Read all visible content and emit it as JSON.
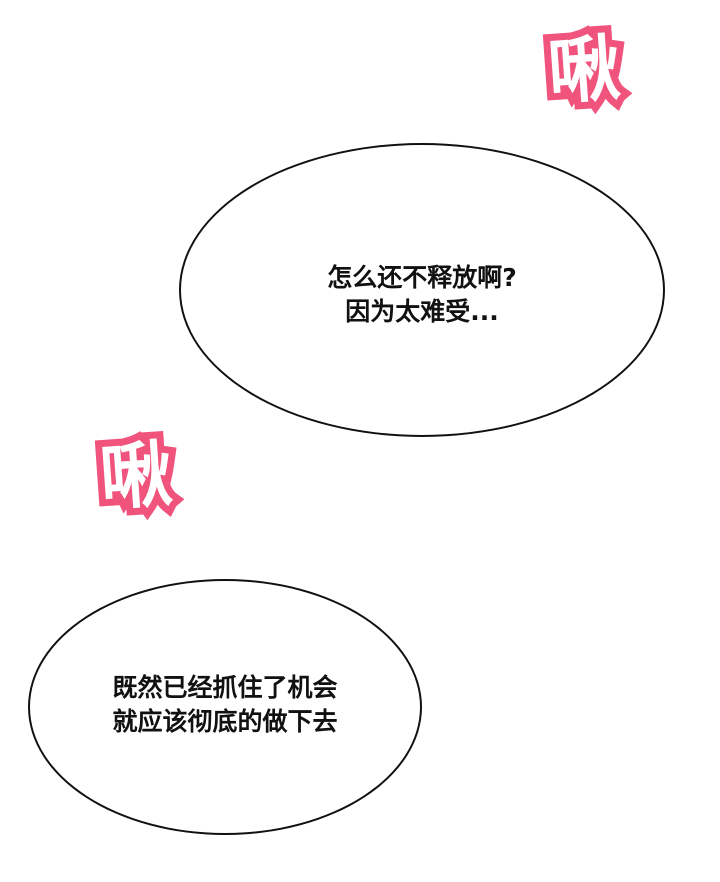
{
  "sound_effects": [
    {
      "text": "啾",
      "color": "#f0537c",
      "position": "top-right"
    },
    {
      "text": "啾",
      "color": "#f0537c",
      "position": "middle-left"
    }
  ],
  "bubbles": [
    {
      "lines": "怎么还不释放啊?\n因为太难受..."
    },
    {
      "lines": "既然已经抓住了机会\n就应该彻底的做下去"
    }
  ]
}
